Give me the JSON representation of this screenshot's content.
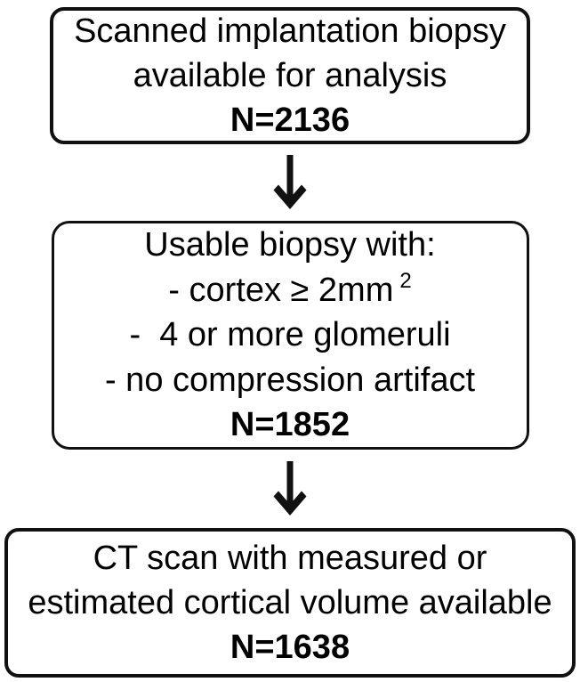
{
  "colors": {
    "ink": "#000000",
    "border": "#111111",
    "background": "#ffffff"
  },
  "flowchart": {
    "steps": [
      {
        "lines": [
          "Scanned implantation biopsy",
          "available for analysis"
        ],
        "count": "N=2136"
      },
      {
        "title": "Usable biopsy with:",
        "items": [
          {
            "text": "- cortex ≥ 2mm",
            "sup": "2"
          },
          {
            "text": "-  4 or more glomeruli"
          },
          {
            "text": "- no compression artifact"
          }
        ],
        "count": "N=1852"
      },
      {
        "lines": [
          "CT scan with measured or",
          "estimated cortical volume available"
        ],
        "count": "N=1638"
      }
    ],
    "connectors": [
      {
        "icon": "down-arrow"
      },
      {
        "icon": "down-arrow"
      }
    ]
  }
}
